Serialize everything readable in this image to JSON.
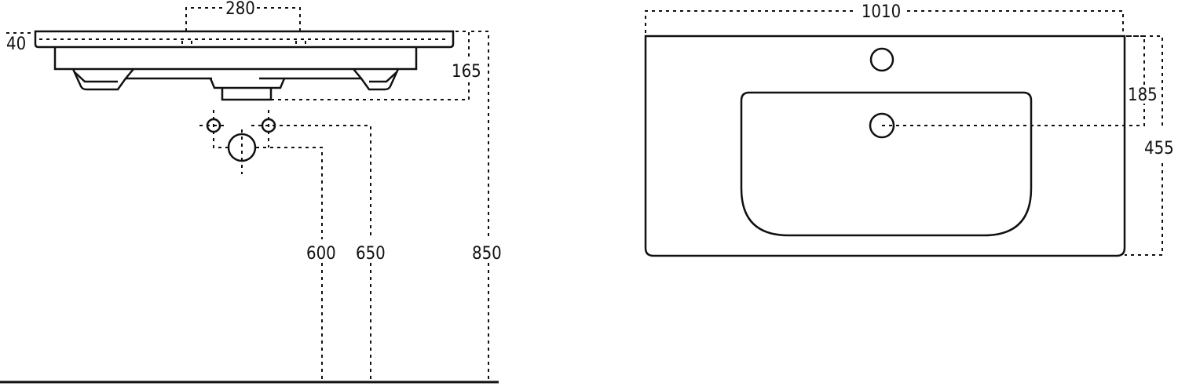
{
  "side_view": {
    "dimensions": {
      "tap_spacing": "280",
      "rim_thickness": "40",
      "basin_depth": "165",
      "drain_height": "600",
      "supply_height": "650",
      "rim_height": "850"
    }
  },
  "top_view": {
    "dimensions": {
      "width": "1010",
      "drain_offset": "185",
      "depth": "455"
    }
  }
}
